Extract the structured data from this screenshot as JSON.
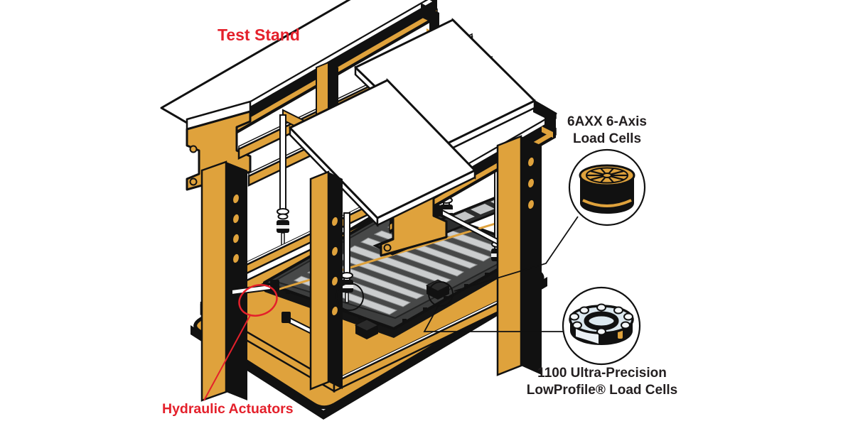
{
  "figure": {
    "title": "Test Stand",
    "callouts": [
      {
        "name": "six-axis-load-cells",
        "line1": "6AXX 6-Axis",
        "line2": "Load Cells"
      },
      {
        "name": "lowprofile-load-cells",
        "line1": "1100 Ultra-Precision",
        "line2": "LowProfile® Load Cells"
      }
    ],
    "annotations": [
      {
        "name": "hydraulic-actuators",
        "label": "Hydraulic Actuators"
      }
    ],
    "colors": {
      "frame_orange": "#DFA23C",
      "outline_black": "#111111",
      "highlight_red": "#E4202B",
      "battery_module_gray": "#CBCDCE",
      "battery_tray_dark": "#3D3E3E",
      "lowprofile_top_blue": "#DCE8EF"
    }
  }
}
